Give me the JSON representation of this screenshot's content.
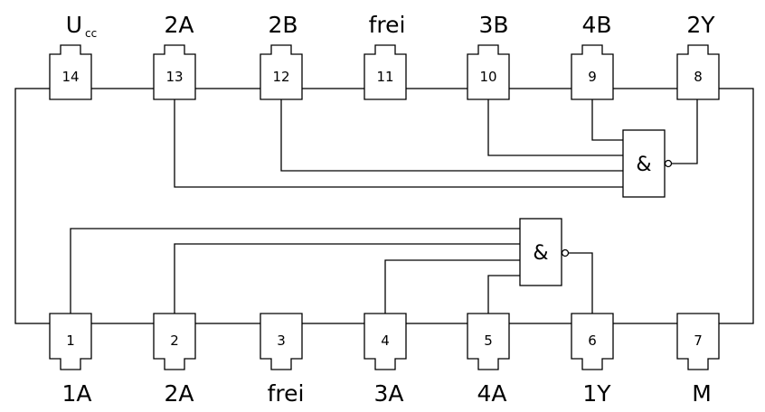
{
  "top_pins": [
    {
      "num": "14",
      "label": "U",
      "sub": "cc"
    },
    {
      "num": "13",
      "label": "2A"
    },
    {
      "num": "12",
      "label": "2B"
    },
    {
      "num": "11",
      "label": "frei"
    },
    {
      "num": "10",
      "label": "3B"
    },
    {
      "num": "9",
      "label": "4B"
    },
    {
      "num": "8",
      "label": "2Y"
    }
  ],
  "bottom_pins": [
    {
      "num": "1",
      "label": "1A"
    },
    {
      "num": "2",
      "label": "2A"
    },
    {
      "num": "3",
      "label": "frei"
    },
    {
      "num": "4",
      "label": "3A"
    },
    {
      "num": "5",
      "label": "4A"
    },
    {
      "num": "6",
      "label": "1Y"
    },
    {
      "num": "7",
      "label": "M"
    }
  ],
  "gates": [
    {
      "symbol": "&"
    },
    {
      "symbol": "&"
    }
  ]
}
